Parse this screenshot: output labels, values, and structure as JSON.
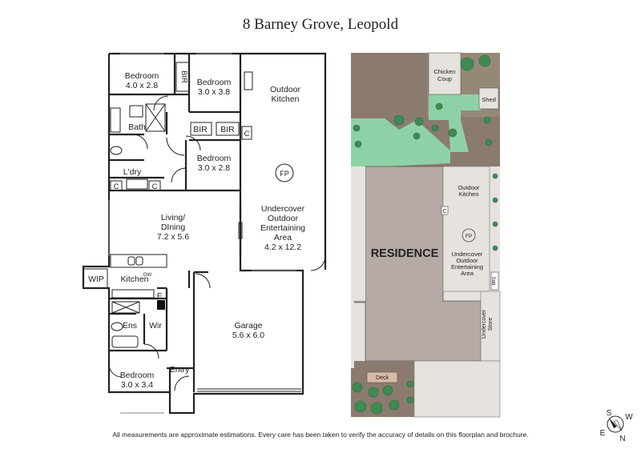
{
  "title": "8 Barney Grove, Leopold",
  "disclaimer": "All measurements are approximate estimations. Every care has been taken to verify the accuracy of details on this floorplan and brochure.",
  "floorplan": {
    "rooms": {
      "bedroom1": {
        "name": "Bedroom",
        "size": "4.0 x 2.8"
      },
      "bedroom2": {
        "name": "Bedroom",
        "size": "3.0 x 3.8"
      },
      "bedroom3": {
        "name": "Bedroom",
        "size": "3.0 x 2.8"
      },
      "bedroom4": {
        "name": "Bedroom",
        "size": "3.0 x 3.4"
      },
      "living": {
        "name": "Living/",
        "name2": "DIning",
        "size": "7.2 x 5.6"
      },
      "outdoor_entertaining": {
        "name": "Undercover",
        "name2": "Outdoor",
        "name3": "Entertaining",
        "name4": "Area",
        "size": "4.2 x 12.2"
      },
      "garage": {
        "name": "Garage",
        "size": "5.6 x 6.0"
      },
      "outdoor_kitchen": {
        "name": "Outdoor",
        "name2": "Kitchen"
      }
    },
    "labels": {
      "bir": "BIR",
      "bath": "Bath",
      "ldry": "L'dry",
      "c": "C",
      "fp": "FP",
      "kitchen": "Kitchen",
      "dw": "DW",
      "wip": "WIP",
      "f": "F",
      "ens": "Ens",
      "wir": "Wir",
      "entry": "Entry"
    }
  },
  "siteplan": {
    "labels": {
      "chicken_coup": "Chicken",
      "chicken_coup2": "Coup",
      "shed": "Shed",
      "residence": "RESIDENCE",
      "outdoor_kitchen": "Outdoor",
      "outdoor_kitchen2": "Kitchen",
      "c": "C",
      "fp": "FP",
      "entertaining": "Undercover",
      "entertaining2": "Outdoor",
      "entertaining3": "Entertaining",
      "entertaining4": "Area",
      "store": "Undercover",
      "store2": "Store",
      "deck": "Deck",
      "bbq": "BBQ"
    }
  },
  "compass": {
    "s": "S",
    "w": "W",
    "e": "E",
    "n": "N"
  },
  "colors": {
    "wall": "#222222",
    "garden": "#8a7b6e",
    "lawn": "#8fd1a6",
    "residence": "#b5aaa6",
    "paving": "#e6e3df",
    "outdoor": "#dcd8d3"
  }
}
